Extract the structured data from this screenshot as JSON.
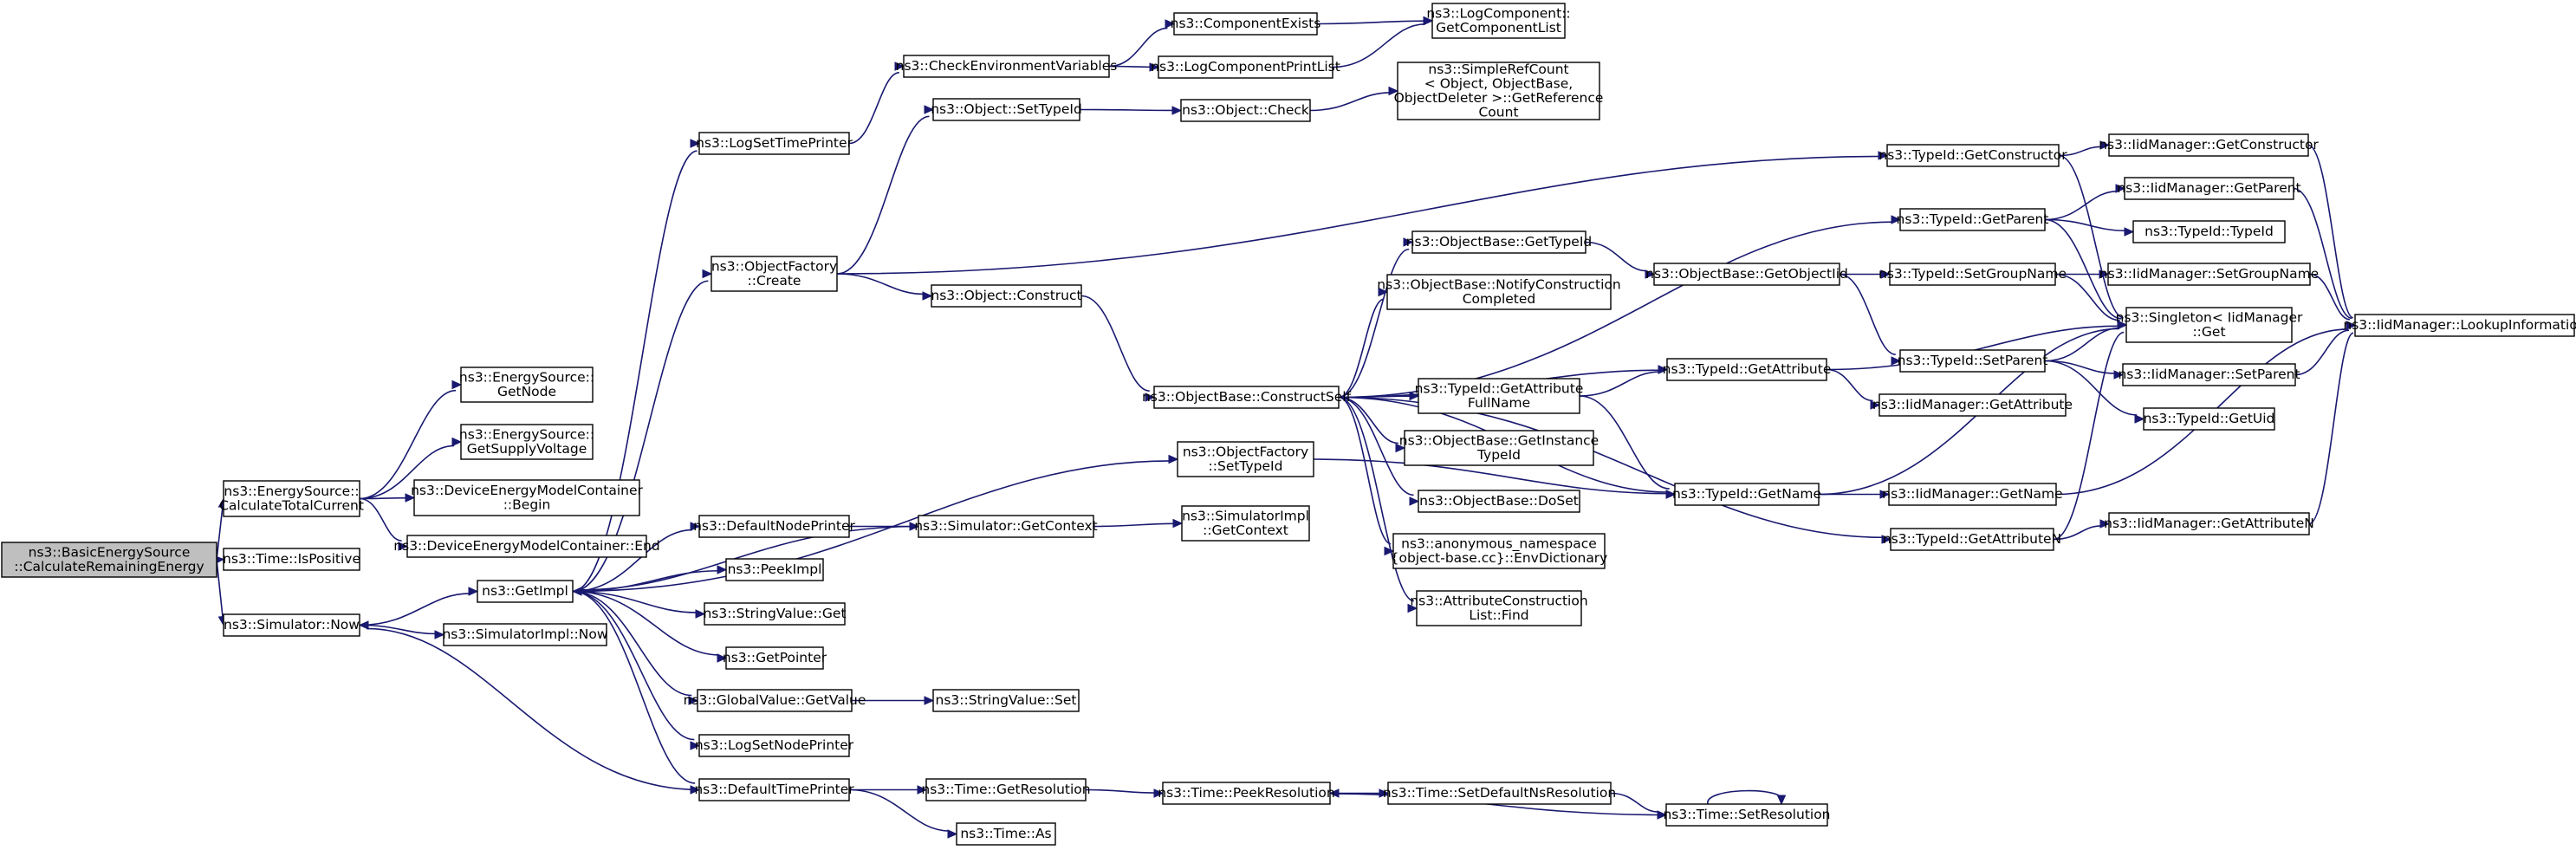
{
  "diagram": {
    "colors": {
      "edge": "#191970",
      "node_fill": "#ffffff",
      "root_fill": "#bfbfbf",
      "border": "#000000"
    },
    "nodes": [
      {
        "id": "root",
        "lines": [
          "ns3::BasicEnergySource",
          "::CalculateRemainingEnergy"
        ],
        "root": true
      },
      {
        "id": "calcTotal",
        "lines": [
          "ns3::EnergySource::",
          "CalculateTotalCurrent"
        ]
      },
      {
        "id": "isPositive",
        "lines": [
          "ns3::Time::IsPositive"
        ]
      },
      {
        "id": "simNow",
        "lines": [
          "ns3::Simulator::Now"
        ]
      },
      {
        "id": "getNode",
        "lines": [
          "ns3::EnergySource::",
          "GetNode"
        ]
      },
      {
        "id": "getSupply",
        "lines": [
          "ns3::EnergySource::",
          "GetSupplyVoltage"
        ]
      },
      {
        "id": "demBegin",
        "lines": [
          "ns3::DeviceEnergyModelContainer",
          "::Begin"
        ]
      },
      {
        "id": "demEnd",
        "lines": [
          "ns3::DeviceEnergyModelContainer::End"
        ]
      },
      {
        "id": "getImpl",
        "lines": [
          "ns3::GetImpl"
        ]
      },
      {
        "id": "simImplNow",
        "lines": [
          "ns3::SimulatorImpl::Now"
        ]
      },
      {
        "id": "logSetTime",
        "lines": [
          "ns3::LogSetTimePrinter"
        ]
      },
      {
        "id": "objFactCreate",
        "lines": [
          "ns3::ObjectFactory",
          "::Create"
        ]
      },
      {
        "id": "defNodePrinter",
        "lines": [
          "ns3::DefaultNodePrinter"
        ]
      },
      {
        "id": "peekImpl",
        "lines": [
          "ns3::PeekImpl"
        ]
      },
      {
        "id": "strValGet",
        "lines": [
          "ns3::StringValue::Get"
        ]
      },
      {
        "id": "getPointer",
        "lines": [
          "ns3::GetPointer"
        ]
      },
      {
        "id": "globalGetValue",
        "lines": [
          "ns3::GlobalValue::GetValue"
        ]
      },
      {
        "id": "logSetNode",
        "lines": [
          "ns3::LogSetNodePrinter"
        ]
      },
      {
        "id": "defTimePrinter",
        "lines": [
          "ns3::DefaultTimePrinter"
        ]
      },
      {
        "id": "checkEnv",
        "lines": [
          "ns3::CheckEnvironmentVariables"
        ]
      },
      {
        "id": "objSetTypeId",
        "lines": [
          "ns3::Object::SetTypeId"
        ]
      },
      {
        "id": "objConstruct",
        "lines": [
          "ns3::Object::Construct"
        ]
      },
      {
        "id": "simGetContext",
        "lines": [
          "ns3::Simulator::GetContext"
        ]
      },
      {
        "id": "strValSet",
        "lines": [
          "ns3::StringValue::Set"
        ]
      },
      {
        "id": "timeGetRes",
        "lines": [
          "ns3::Time::GetResolution"
        ]
      },
      {
        "id": "timeAs",
        "lines": [
          "ns3::Time::As"
        ]
      },
      {
        "id": "compExists",
        "lines": [
          "ns3::ComponentExists"
        ]
      },
      {
        "id": "logCompPrint",
        "lines": [
          "ns3::LogComponentPrintList"
        ]
      },
      {
        "id": "objCheck",
        "lines": [
          "ns3::Object::Check"
        ]
      },
      {
        "id": "objFactSetTypeId",
        "lines": [
          "ns3::ObjectFactory",
          "::SetTypeId"
        ]
      },
      {
        "id": "simImplGetCtx",
        "lines": [
          "ns3::SimulatorImpl",
          "::GetContext"
        ]
      },
      {
        "id": "timePeekRes",
        "lines": [
          "ns3::Time::PeekResolution"
        ]
      },
      {
        "id": "obConstructSelf",
        "lines": [
          "ns3::ObjectBase::ConstructSelf"
        ]
      },
      {
        "id": "logCompGetList",
        "lines": [
          "ns3::LogComponent::",
          "GetComponentList"
        ]
      },
      {
        "id": "simpleRefCount",
        "lines": [
          "ns3::SimpleRefCount",
          "< Object, ObjectBase,",
          "ObjectDeleter >::GetReference",
          "Count"
        ]
      },
      {
        "id": "obGetTypeId",
        "lines": [
          "ns3::ObjectBase::GetTypeId"
        ]
      },
      {
        "id": "obNotify",
        "lines": [
          "ns3::ObjectBase::NotifyConstruction",
          "Completed"
        ]
      },
      {
        "id": "tidGetAttrFull",
        "lines": [
          "ns3::TypeId::GetAttribute",
          "FullName"
        ]
      },
      {
        "id": "obGetInstance",
        "lines": [
          "ns3::ObjectBase::GetInstance",
          "TypeId"
        ]
      },
      {
        "id": "obDoSet",
        "lines": [
          "ns3::ObjectBase::DoSet"
        ]
      },
      {
        "id": "anonEnvDict",
        "lines": [
          "ns3::anonymous_namespace",
          "{object-base.cc}::EnvDictionary"
        ]
      },
      {
        "id": "attrConstrFind",
        "lines": [
          "ns3::AttributeConstruction",
          "List::Find"
        ]
      },
      {
        "id": "timeSetDefNs",
        "lines": [
          "ns3::Time::SetDefaultNsResolution"
        ]
      },
      {
        "id": "obGetObjectIid",
        "lines": [
          "ns3::ObjectBase::GetObjectIid"
        ]
      },
      {
        "id": "tidGetAttribute",
        "lines": [
          "ns3::TypeId::GetAttribute"
        ]
      },
      {
        "id": "tidGetName",
        "lines": [
          "ns3::TypeId::GetName"
        ]
      },
      {
        "id": "timeSetRes",
        "lines": [
          "ns3::Time::SetResolution"
        ]
      },
      {
        "id": "tidGetConstructor",
        "lines": [
          "ns3::TypeId::GetConstructor"
        ]
      },
      {
        "id": "tidGetParent",
        "lines": [
          "ns3::TypeId::GetParent"
        ]
      },
      {
        "id": "tidSetGroupName",
        "lines": [
          "ns3::TypeId::SetGroupName"
        ]
      },
      {
        "id": "tidSetParent",
        "lines": [
          "ns3::TypeId::SetParent"
        ]
      },
      {
        "id": "iidGetAttribute",
        "lines": [
          "ns3::IidManager::GetAttribute"
        ]
      },
      {
        "id": "iidGetName",
        "lines": [
          "ns3::IidManager::GetName"
        ]
      },
      {
        "id": "tidGetAttributeN",
        "lines": [
          "ns3::TypeId::GetAttributeN"
        ]
      },
      {
        "id": "iidGetConstructor",
        "lines": [
          "ns3::IidManager::GetConstructor"
        ]
      },
      {
        "id": "iidGetParent",
        "lines": [
          "ns3::IidManager::GetParent"
        ]
      },
      {
        "id": "tidTypeId",
        "lines": [
          "ns3::TypeId::TypeId"
        ]
      },
      {
        "id": "iidSetGroupName",
        "lines": [
          "ns3::IidManager::SetGroupName"
        ]
      },
      {
        "id": "singletonGet",
        "lines": [
          "ns3::Singleton< IidManager",
          "::Get"
        ]
      },
      {
        "id": "iidSetParent",
        "lines": [
          "ns3::IidManager::SetParent"
        ]
      },
      {
        "id": "tidGetUid",
        "lines": [
          "ns3::TypeId::GetUid"
        ]
      },
      {
        "id": "iidGetAttributeN",
        "lines": [
          "ns3::IidManager::GetAttributeN"
        ]
      },
      {
        "id": "iidLookup",
        "lines": [
          "ns3::IidManager::LookupInformation"
        ]
      }
    ],
    "edges": [
      [
        "root",
        "calcTotal"
      ],
      [
        "root",
        "isPositive"
      ],
      [
        "root",
        "simNow"
      ],
      [
        "calcTotal",
        "getNode"
      ],
      [
        "calcTotal",
        "getSupply"
      ],
      [
        "calcTotal",
        "demBegin"
      ],
      [
        "calcTotal",
        "demEnd"
      ],
      [
        "simNow",
        "getImpl"
      ],
      [
        "simNow",
        "simImplNow"
      ],
      [
        "getImpl",
        "logSetTime"
      ],
      [
        "getImpl",
        "objFactCreate"
      ],
      [
        "getImpl",
        "defNodePrinter"
      ],
      [
        "getImpl",
        "peekImpl"
      ],
      [
        "getImpl",
        "strValGet"
      ],
      [
        "getImpl",
        "getPointer"
      ],
      [
        "getImpl",
        "globalGetValue"
      ],
      [
        "getImpl",
        "logSetNode"
      ],
      [
        "getImpl",
        "defTimePrinter"
      ],
      [
        "getImpl",
        "objFactSetTypeId"
      ],
      [
        "defTimePrinter",
        "simNow"
      ],
      [
        "defTimePrinter",
        "timeGetRes"
      ],
      [
        "defTimePrinter",
        "timeAs"
      ],
      [
        "logSetTime",
        "checkEnv"
      ],
      [
        "objFactCreate",
        "objSetTypeId"
      ],
      [
        "objFactCreate",
        "objConstruct"
      ],
      [
        "objFactCreate",
        "tidGetConstructor"
      ],
      [
        "defNodePrinter",
        "simGetContext"
      ],
      [
        "simGetContext",
        "getImpl"
      ],
      [
        "simGetContext",
        "simImplGetCtx"
      ],
      [
        "globalGetValue",
        "strValSet"
      ],
      [
        "timeGetRes",
        "timePeekRes"
      ],
      [
        "checkEnv",
        "compExists"
      ],
      [
        "checkEnv",
        "logCompPrint"
      ],
      [
        "compExists",
        "logCompGetList"
      ],
      [
        "logCompPrint",
        "logCompGetList"
      ],
      [
        "objSetTypeId",
        "objCheck"
      ],
      [
        "objCheck",
        "simpleRefCount"
      ],
      [
        "objConstruct",
        "obConstructSelf"
      ],
      [
        "obConstructSelf",
        "obGetTypeId"
      ],
      [
        "obConstructSelf",
        "obNotify"
      ],
      [
        "obConstructSelf",
        "tidGetAttrFull"
      ],
      [
        "obConstructSelf",
        "obGetInstance"
      ],
      [
        "obConstructSelf",
        "obDoSet"
      ],
      [
        "obConstructSelf",
        "anonEnvDict"
      ],
      [
        "obConstructSelf",
        "attrConstrFind"
      ],
      [
        "obConstructSelf",
        "tidGetAttribute"
      ],
      [
        "obConstructSelf",
        "tidGetName"
      ],
      [
        "obConstructSelf",
        "tidGetParent"
      ],
      [
        "obConstructSelf",
        "tidGetAttributeN"
      ],
      [
        "objFactSetTypeId",
        "tidGetName"
      ],
      [
        "obGetTypeId",
        "obGetObjectIid"
      ],
      [
        "obGetObjectIid",
        "tidSetGroupName"
      ],
      [
        "obGetObjectIid",
        "tidSetParent"
      ],
      [
        "tidGetAttrFull",
        "tidGetAttribute"
      ],
      [
        "tidGetAttrFull",
        "tidGetName"
      ],
      [
        "tidGetAttribute",
        "iidGetAttribute"
      ],
      [
        "tidGetAttribute",
        "singletonGet"
      ],
      [
        "tidGetName",
        "iidGetName"
      ],
      [
        "tidGetName",
        "singletonGet"
      ],
      [
        "timePeekRes",
        "timeSetDefNs"
      ],
      [
        "timeSetDefNs",
        "timeSetRes"
      ],
      [
        "timeSetRes",
        "timePeekRes"
      ],
      [
        "timeSetRes",
        "timeSetRes"
      ],
      [
        "tidGetConstructor",
        "iidGetConstructor"
      ],
      [
        "tidGetConstructor",
        "singletonGet"
      ],
      [
        "tidGetParent",
        "iidGetParent"
      ],
      [
        "tidGetParent",
        "tidTypeId"
      ],
      [
        "tidGetParent",
        "singletonGet"
      ],
      [
        "tidSetGroupName",
        "iidSetGroupName"
      ],
      [
        "tidSetGroupName",
        "singletonGet"
      ],
      [
        "tidSetParent",
        "iidSetParent"
      ],
      [
        "tidSetParent",
        "tidGetUid"
      ],
      [
        "tidSetParent",
        "singletonGet"
      ],
      [
        "tidGetAttributeN",
        "iidGetAttributeN"
      ],
      [
        "tidGetAttributeN",
        "singletonGet"
      ],
      [
        "iidGetConstructor",
        "iidLookup"
      ],
      [
        "iidGetParent",
        "iidLookup"
      ],
      [
        "iidSetGroupName",
        "iidLookup"
      ],
      [
        "iidSetParent",
        "iidLookup"
      ],
      [
        "iidGetName",
        "iidLookup"
      ],
      [
        "iidGetAttributeN",
        "iidLookup"
      ]
    ]
  }
}
